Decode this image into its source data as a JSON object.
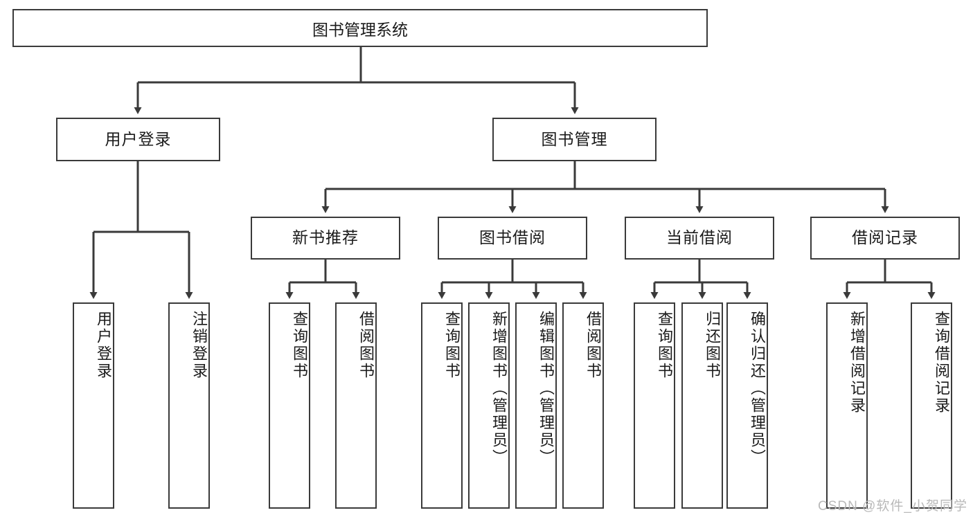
{
  "diagram": {
    "title": "图书管理系统",
    "type": "tree",
    "watermark": "CSDN @软件_小贺同学",
    "colors": {
      "box_border": "#3a3a3a",
      "box_fill": "#ffffff",
      "connector": "#3a3a3a",
      "text": "#1a1a1a",
      "watermark": "#b9b9b9"
    },
    "root": {
      "id": "root",
      "label": "图书管理系统"
    },
    "level2": [
      {
        "id": "l2-0",
        "label": "用户登录"
      },
      {
        "id": "l2-1",
        "label": "图书管理"
      }
    ],
    "level3": [
      {
        "id": "l3-0",
        "label": "新书推荐"
      },
      {
        "id": "l3-1",
        "label": "图书借阅"
      },
      {
        "id": "l3-2",
        "label": "当前借阅"
      },
      {
        "id": "l3-3",
        "label": "借阅记录"
      }
    ],
    "leaves": [
      {
        "id": "leaf-0",
        "parent": "用户登录",
        "label": "用户登录"
      },
      {
        "id": "leaf-1",
        "parent": "用户登录",
        "label": "注销登录"
      },
      {
        "id": "leaf-2",
        "parent": "新书推荐",
        "label": "查询图书"
      },
      {
        "id": "leaf-3",
        "parent": "新书推荐",
        "label": "借阅图书"
      },
      {
        "id": "leaf-4",
        "parent": "图书借阅",
        "label": "查询图书"
      },
      {
        "id": "leaf-5",
        "parent": "图书借阅",
        "label": "新增图书（管理员）"
      },
      {
        "id": "leaf-6",
        "parent": "图书借阅",
        "label": "编辑图书（管理员）"
      },
      {
        "id": "leaf-7",
        "parent": "图书借阅",
        "label": "借阅图书"
      },
      {
        "id": "leaf-8",
        "parent": "当前借阅",
        "label": "查询图书"
      },
      {
        "id": "leaf-9",
        "parent": "当前借阅",
        "label": "归还图书"
      },
      {
        "id": "leaf-10",
        "parent": "当前借阅",
        "label": "确认归还（管理员）"
      },
      {
        "id": "leaf-11",
        "parent": "借阅记录",
        "label": "新增借阅记录"
      },
      {
        "id": "leaf-12",
        "parent": "借阅记录",
        "label": "查询借阅记录"
      }
    ]
  }
}
